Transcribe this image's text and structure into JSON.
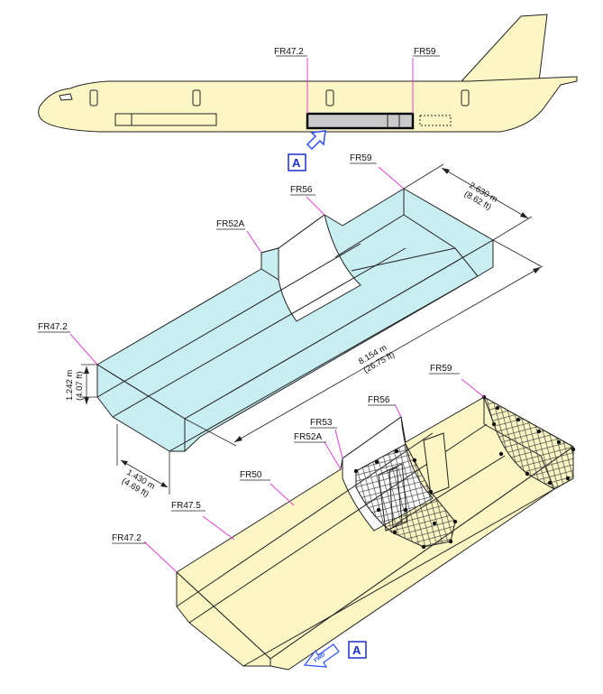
{
  "colors": {
    "fuselage": "#fcf6c4",
    "hold_blue": "#c8eef2",
    "hold_yellow": "#fcf6c4",
    "frame_magenta": "#e23fd8",
    "arrow_blue": "#2a4dff",
    "net_gray": "#555555"
  },
  "aircraft": {
    "frame_labels": {
      "fr47_2": "FR47.2",
      "fr59": "FR59"
    },
    "view_ref": "A"
  },
  "hold": {
    "frame_labels": {
      "fr59": "FR59",
      "fr56": "FR56",
      "fr52a": "FR52A",
      "fr47_2": "FR47.2"
    },
    "dimensions": {
      "width_m": "2.630 m",
      "width_ft": "(8.62 ft)",
      "length_m": "8.154 m",
      "length_ft": "(26.75 ft)",
      "height_m": "1.242 m",
      "height_ft": "(4.07 ft)",
      "floor_m": "1.430 m",
      "floor_ft": "(4.69 ft)"
    }
  },
  "nets": {
    "frame_labels": {
      "fr59": "FR59",
      "fr56": "FR56",
      "fr53": "FR53",
      "fr52a": "FR52A",
      "fr50": "FR50",
      "fr47_5": "FR47.5",
      "fr47_2": "FR47.2"
    },
    "fwd_label": "FWD",
    "view_ref": "A"
  }
}
